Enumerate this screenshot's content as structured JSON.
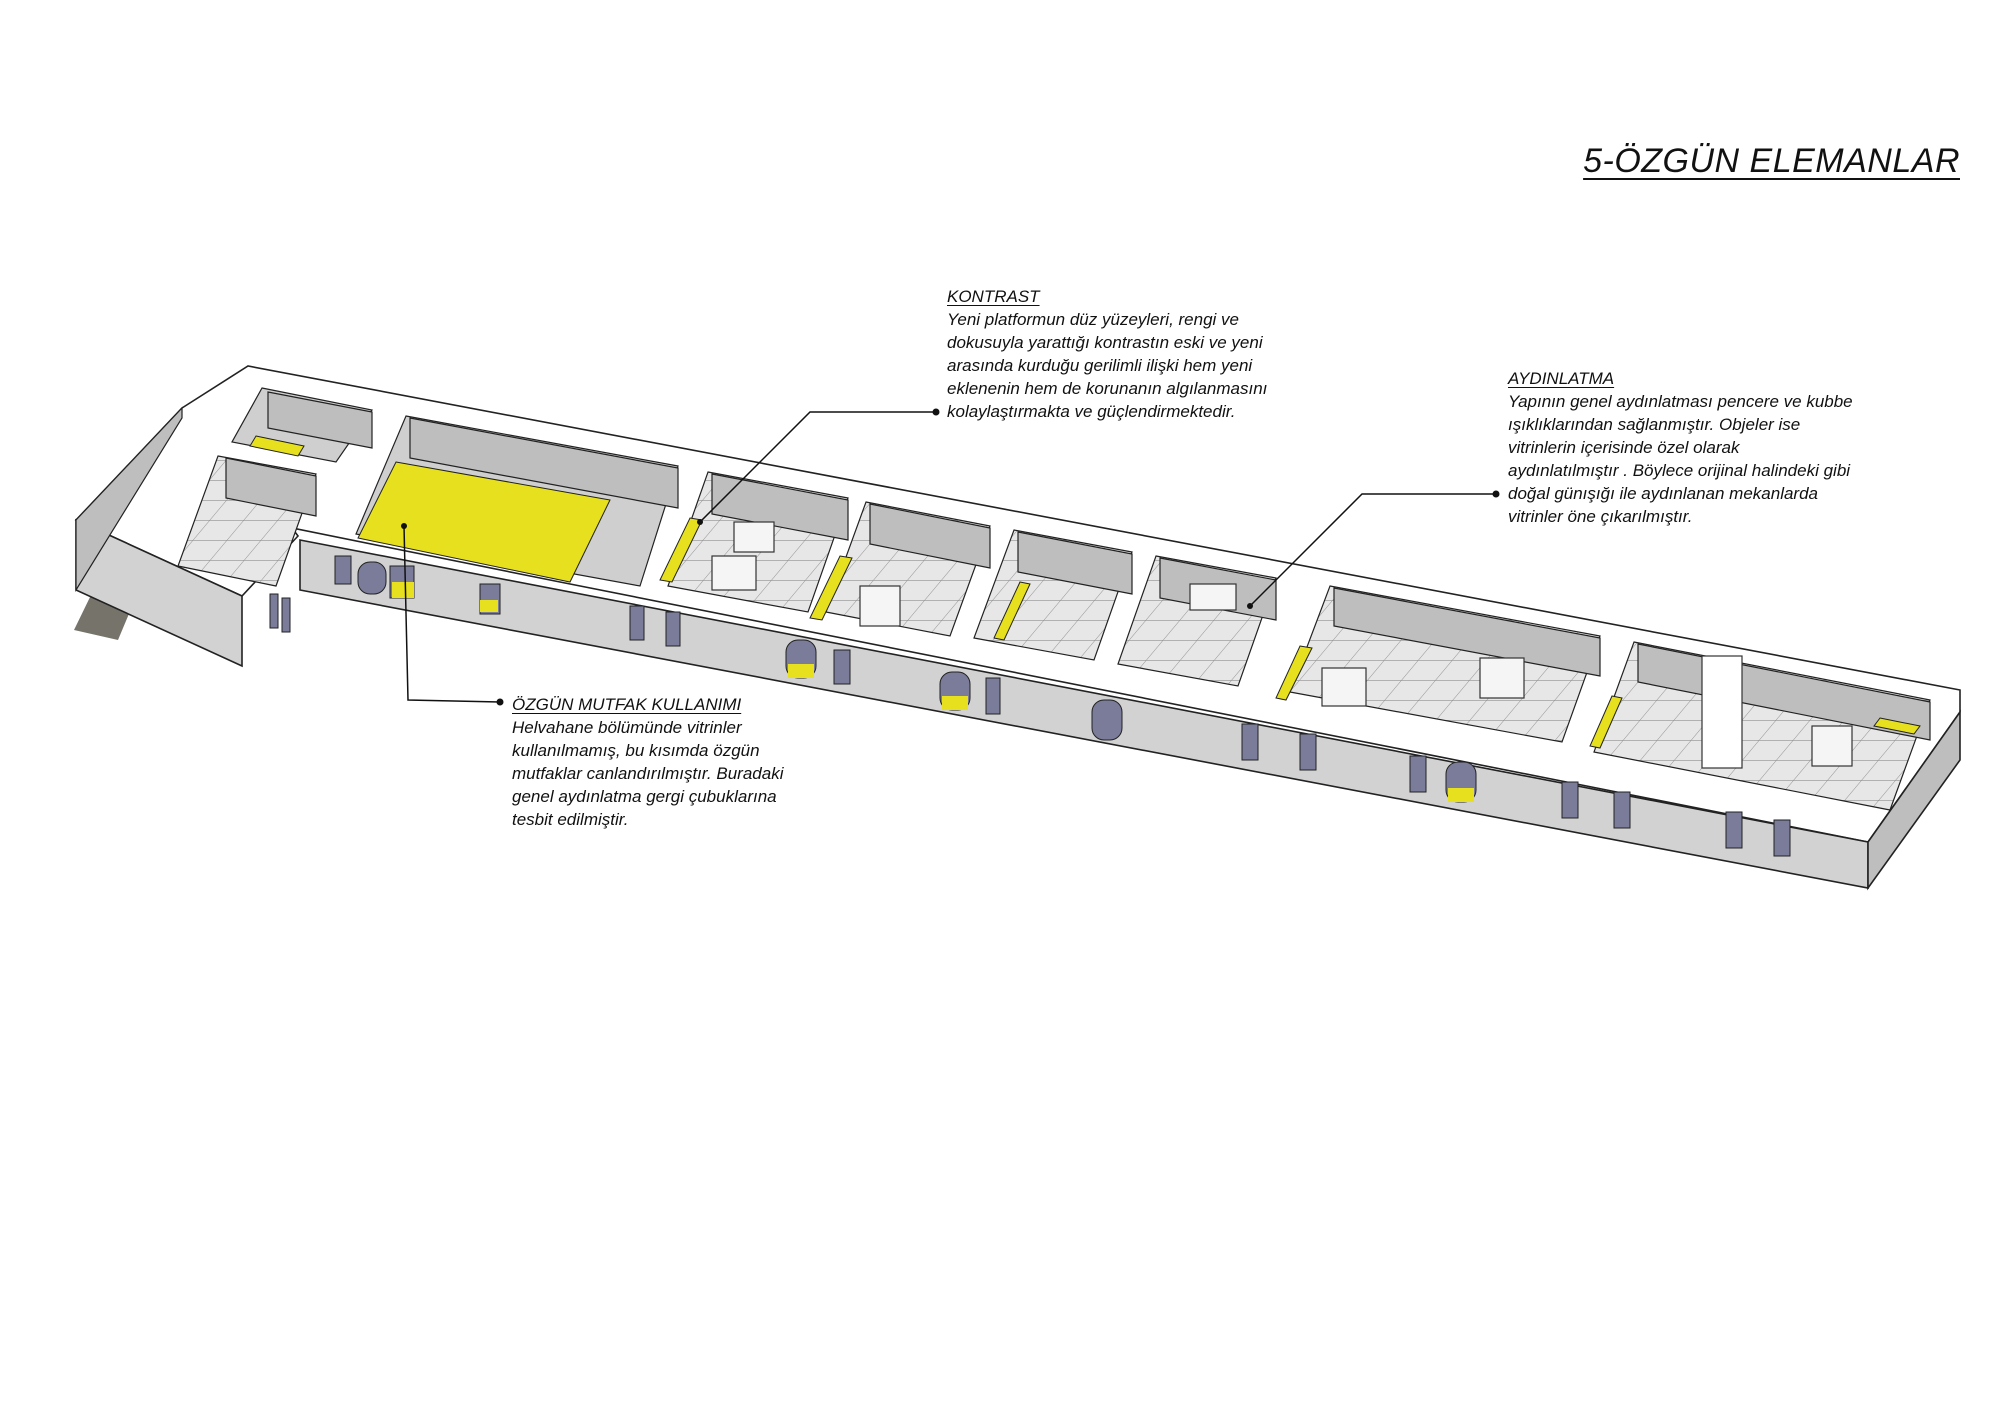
{
  "title": "5-ÖZGÜN ELEMANLAR",
  "colors": {
    "highlight_yellow": "#E6E01E",
    "wall_top": "#FFFFFF",
    "wall_face": "#BEBEBE",
    "wall_front": "#D2D2D2",
    "inner_floor": "#CFCFCF",
    "tile_floor": "#E7E7E7",
    "tile_line": "#8C8C8C",
    "window_blue": "#7A7C9A",
    "ground_shadow": "#76746A",
    "outline": "#222222"
  },
  "annotations": [
    {
      "id": "kontrast",
      "heading": "KONTRAST",
      "lines": [
        "Yeni platformun düz yüzeyleri, rengi ve",
        "dokusuyla yarattığı kontrastın eski ve yeni",
        "arasında kurduğu gerilimli ilişki hem yeni",
        "eklenenin hem de korunanın algılanmasını",
        "kolaylaştırmakta ve güçlendirmektedir."
      ]
    },
    {
      "id": "aydinlatma",
      "heading": "AYDINLATMA",
      "lines": [
        "Yapının genel aydınlatması pencere ve kubbe",
        "ışıklıklarından sağlanmıştır. Objeler ise",
        "vitrinlerin içerisinde özel olarak",
        "aydınlatılmıştır . Böylece orijinal halindeki gibi",
        "doğal günışığı ile aydınlanan mekanlarda",
        "vitrinler öne çıkarılmıştır."
      ]
    },
    {
      "id": "mutfak",
      "heading": "ÖZGÜN MUTFAK KULLANIMI",
      "lines": [
        "Helvahane bölümünde vitrinler",
        "kullanılmamış, bu kısımda özgün",
        "mutfaklar canlandırılmıştır. Buradaki",
        "genel aydınlatma gergi çubuklarına",
        "tesbit edilmiştir."
      ]
    }
  ]
}
